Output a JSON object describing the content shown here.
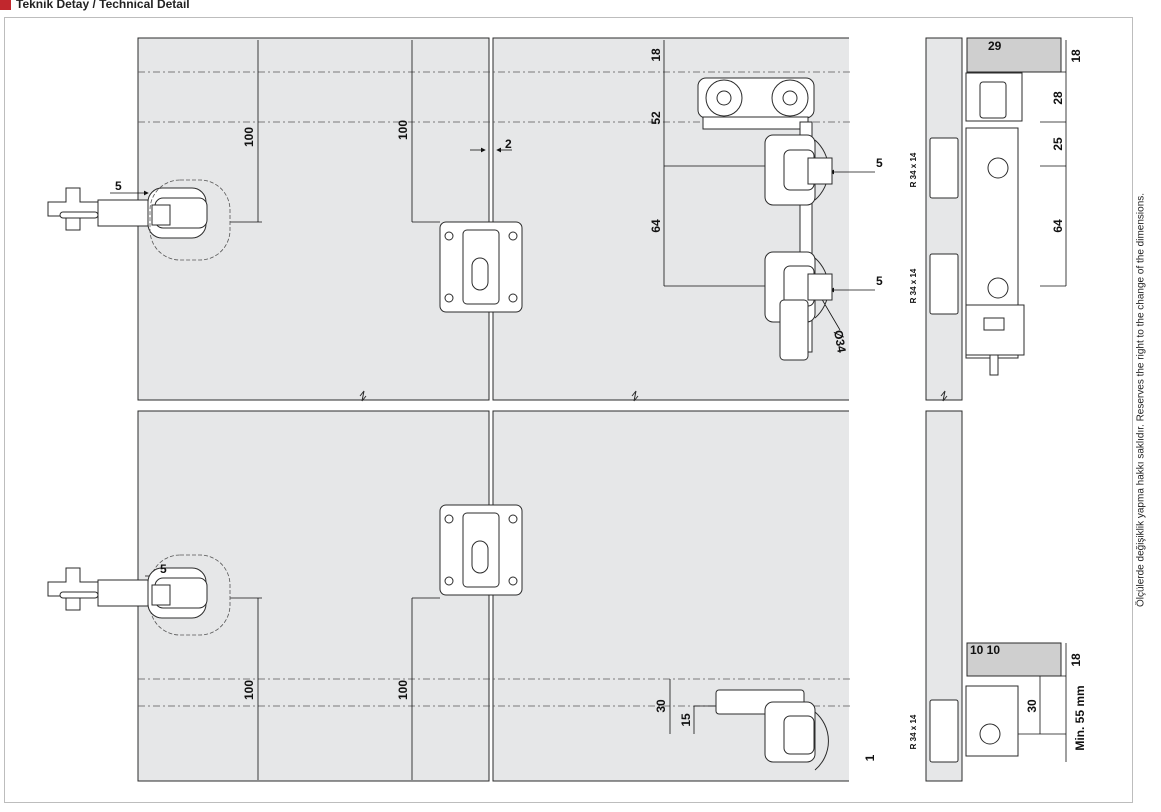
{
  "header": {
    "title": "Teknik Detay / Technical Detail",
    "accent": "#c1272d"
  },
  "side_note": "Ölçülerde değişiklik yapma hakkı saklıdır. Reserves the right to the change of the dimensions.",
  "colors": {
    "panel": "#e6e7e8",
    "line": "#2b2b2b",
    "frame": "#bdbdbd"
  },
  "dimensions": {
    "hinge_gap": "5",
    "hinge_gap_lower": "5",
    "top_left_100": "100",
    "top_mid_100": "100",
    "panel_gap": "2",
    "top_18": "18",
    "top_52": "52",
    "top_64": "64",
    "right_5_a": "5",
    "right_5_b": "5",
    "dia_34": "Ø34",
    "bottom_left_100": "100",
    "bottom_mid_100": "100",
    "bottom_30": "30",
    "bottom_15": "15",
    "bottom_marker": "1",
    "side_29": "29",
    "side_18_top": "18",
    "side_28": "28",
    "side_25": "25",
    "side_64": "64",
    "side_r1": "R 34 x 14",
    "side_r2": "R 34 x 14",
    "side_r3": "R 34 x 14",
    "side_10_10": "10 10",
    "side_18_bottom": "18",
    "side_30": "30",
    "side_min": "Min. 55 mm"
  }
}
